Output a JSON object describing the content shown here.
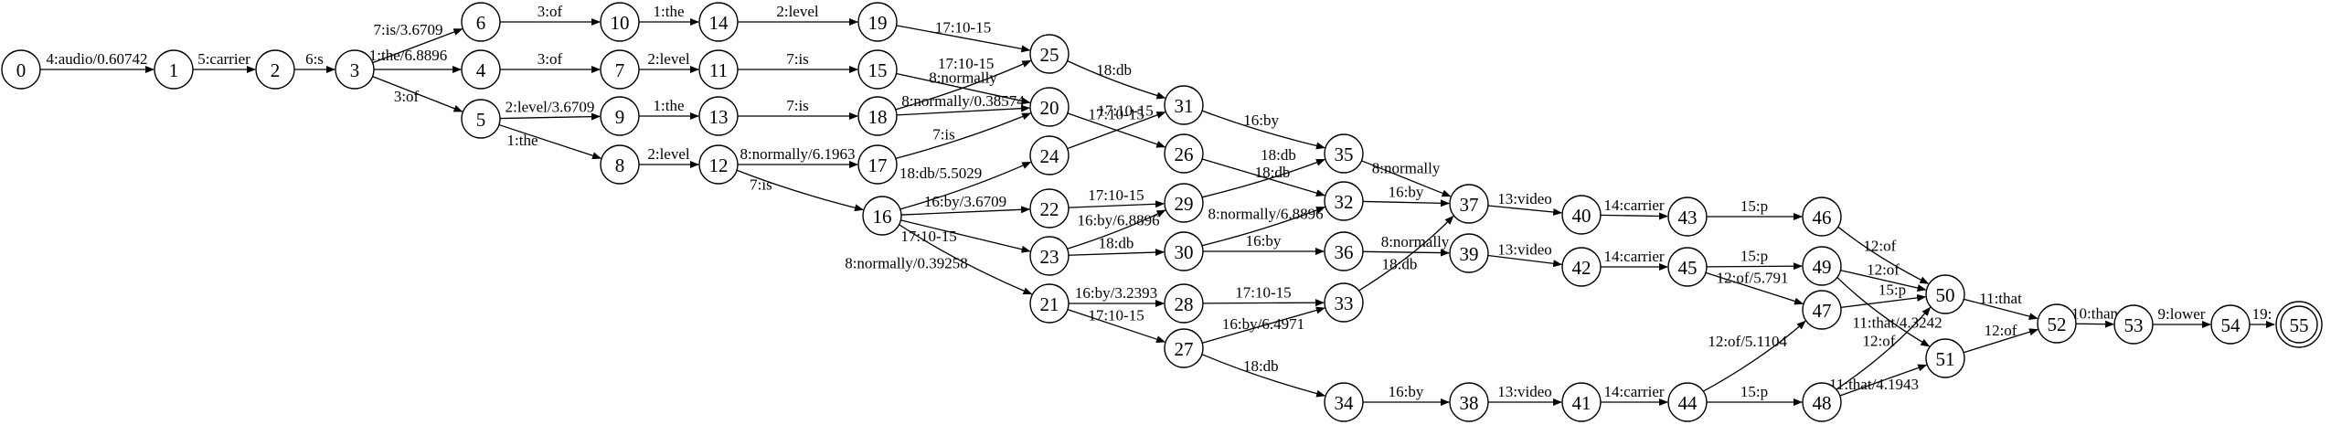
{
  "graph": {
    "start_state": "0",
    "final_states": [
      "55"
    ],
    "states": [
      "0",
      "1",
      "2",
      "3",
      "4",
      "5",
      "6",
      "7",
      "8",
      "9",
      "10",
      "11",
      "12",
      "13",
      "14",
      "15",
      "16",
      "17",
      "18",
      "19",
      "20",
      "21",
      "22",
      "23",
      "24",
      "25",
      "26",
      "27",
      "28",
      "29",
      "30",
      "31",
      "32",
      "33",
      "34",
      "35",
      "36",
      "37",
      "38",
      "39",
      "40",
      "41",
      "42",
      "43",
      "44",
      "45",
      "46",
      "47",
      "48",
      "49",
      "50",
      "51",
      "52",
      "53",
      "54",
      "55"
    ],
    "arcs": [
      {
        "from": "0",
        "to": "1",
        "label": "4:audio/0.60742"
      },
      {
        "from": "1",
        "to": "2",
        "label": "5:carrier"
      },
      {
        "from": "2",
        "to": "3",
        "label": "6:s"
      },
      {
        "from": "3",
        "to": "6",
        "label": "7:is/3.6709"
      },
      {
        "from": "3",
        "to": "4",
        "label": "1:the/6.8896"
      },
      {
        "from": "3",
        "to": "5",
        "label": "3:of"
      },
      {
        "from": "6",
        "to": "10",
        "label": "3:of"
      },
      {
        "from": "4",
        "to": "7",
        "label": "3:of"
      },
      {
        "from": "5",
        "to": "9",
        "label": "2:level/3.6709"
      },
      {
        "from": "5",
        "to": "8",
        "label": "1:the"
      },
      {
        "from": "10",
        "to": "14",
        "label": "1:the"
      },
      {
        "from": "7",
        "to": "11",
        "label": "2:level"
      },
      {
        "from": "9",
        "to": "13",
        "label": "1:the"
      },
      {
        "from": "8",
        "to": "12",
        "label": "2:level"
      },
      {
        "from": "14",
        "to": "19",
        "label": "2:level"
      },
      {
        "from": "11",
        "to": "15",
        "label": "7:is"
      },
      {
        "from": "13",
        "to": "18",
        "label": "7:is"
      },
      {
        "from": "12",
        "to": "17",
        "label": "8:normally/6.1963"
      },
      {
        "from": "12",
        "to": "16",
        "label": "7:is"
      },
      {
        "from": "19",
        "to": "25",
        "label": "17:10-15"
      },
      {
        "from": "18",
        "to": "25",
        "label": "17:10-15"
      },
      {
        "from": "15",
        "to": "20",
        "label": "8:normally"
      },
      {
        "from": "18",
        "to": "20",
        "label": "8:normally/0.38574"
      },
      {
        "from": "17",
        "to": "20",
        "label": "7:is"
      },
      {
        "from": "16",
        "to": "24",
        "label": "18:db/5.5029"
      },
      {
        "from": "16",
        "to": "22",
        "label": "16:by/3.6709"
      },
      {
        "from": "16",
        "to": "23",
        "label": "17:10-15"
      },
      {
        "from": "16",
        "to": "21",
        "label": "8:normally/0.39258"
      },
      {
        "from": "25",
        "to": "31",
        "label": "18:db"
      },
      {
        "from": "24",
        "to": "31",
        "label": "17:10-15"
      },
      {
        "from": "20",
        "to": "26",
        "label": "17:10-15"
      },
      {
        "from": "22",
        "to": "29",
        "label": "17:10-15"
      },
      {
        "from": "23",
        "to": "29",
        "label": "16:by/6.8896"
      },
      {
        "from": "23",
        "to": "30",
        "label": "18:db"
      },
      {
        "from": "21",
        "to": "28",
        "label": "16:by/3.2393"
      },
      {
        "from": "21",
        "to": "27",
        "label": "17:10-15"
      },
      {
        "from": "31",
        "to": "35",
        "label": "16:by"
      },
      {
        "from": "29",
        "to": "35",
        "label": "18:db"
      },
      {
        "from": "26",
        "to": "32",
        "label": "18:db"
      },
      {
        "from": "30",
        "to": "32",
        "label": "8:normally/6.8896"
      },
      {
        "from": "30",
        "to": "36",
        "label": "16:by"
      },
      {
        "from": "28",
        "to": "33",
        "label": "17:10-15"
      },
      {
        "from": "27",
        "to": "33",
        "label": "16:by/6.4971"
      },
      {
        "from": "27",
        "to": "34",
        "label": "18:db"
      },
      {
        "from": "35",
        "to": "37",
        "label": "8:normally"
      },
      {
        "from": "32",
        "to": "37",
        "label": "16:by"
      },
      {
        "from": "33",
        "to": "37",
        "label": "18:db"
      },
      {
        "from": "36",
        "to": "39",
        "label": "8:normally"
      },
      {
        "from": "34",
        "to": "38",
        "label": "16:by"
      },
      {
        "from": "37",
        "to": "40",
        "label": "13:video"
      },
      {
        "from": "39",
        "to": "42",
        "label": "13:video"
      },
      {
        "from": "38",
        "to": "41",
        "label": "13:video"
      },
      {
        "from": "40",
        "to": "43",
        "label": "14:carrier"
      },
      {
        "from": "42",
        "to": "45",
        "label": "14:carrier"
      },
      {
        "from": "41",
        "to": "44",
        "label": "14:carrier"
      },
      {
        "from": "43",
        "to": "46",
        "label": "15:p"
      },
      {
        "from": "45",
        "to": "49",
        "label": "15:p"
      },
      {
        "from": "45",
        "to": "47",
        "label": "12:of/5.791"
      },
      {
        "from": "44",
        "to": "47",
        "label": "12:of/5.1104"
      },
      {
        "from": "44",
        "to": "48",
        "label": "15:p"
      },
      {
        "from": "46",
        "to": "50",
        "label": "12:of"
      },
      {
        "from": "49",
        "to": "50",
        "label": "12:of"
      },
      {
        "from": "47",
        "to": "50",
        "label": "15:p"
      },
      {
        "from": "48",
        "to": "50",
        "label": "12:of"
      },
      {
        "from": "49",
        "to": "51",
        "label": "11:that/4.3242"
      },
      {
        "from": "48",
        "to": "51",
        "label": "11:that/4.1943"
      },
      {
        "from": "50",
        "to": "52",
        "label": "11:that"
      },
      {
        "from": "51",
        "to": "52",
        "label": "12:of"
      },
      {
        "from": "52",
        "to": "53",
        "label": "10:than"
      },
      {
        "from": "53",
        "to": "54",
        "label": "9:lower"
      },
      {
        "from": "54",
        "to": "55",
        "label": "19:"
      }
    ]
  }
}
